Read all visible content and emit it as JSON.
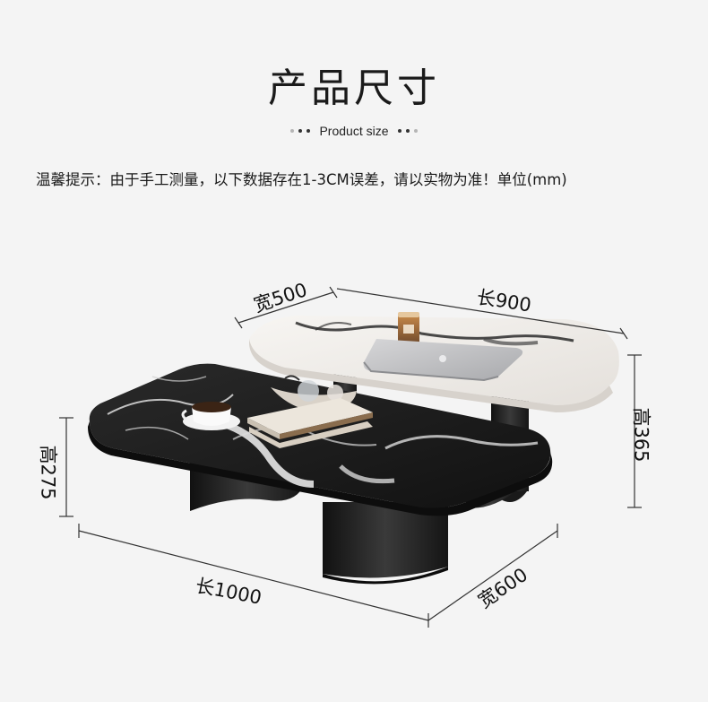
{
  "title": "产品尺寸",
  "subtitle": "Product size",
  "note": "温馨提示：由于手工测量，以下数据存在1-3CM误差，请以实物为准！单位(mm)",
  "dimensions": {
    "small_table_width": "宽500",
    "small_table_length": "长900",
    "small_table_height": "高365",
    "large_table_height": "高275",
    "large_table_length": "长1000",
    "large_table_width": "宽600"
  },
  "colors": {
    "background": "#f4f4f4",
    "dots_dark": "#333333",
    "dots_light": "#b5b5b5",
    "white_marble": "#eeebe7",
    "black_marble": "#1c1c1c",
    "metal_base": "#262626"
  },
  "icons": [
    "candle-image",
    "laptop-image",
    "coffee-cup-image",
    "book-stack-image",
    "decor-bowl-image"
  ]
}
